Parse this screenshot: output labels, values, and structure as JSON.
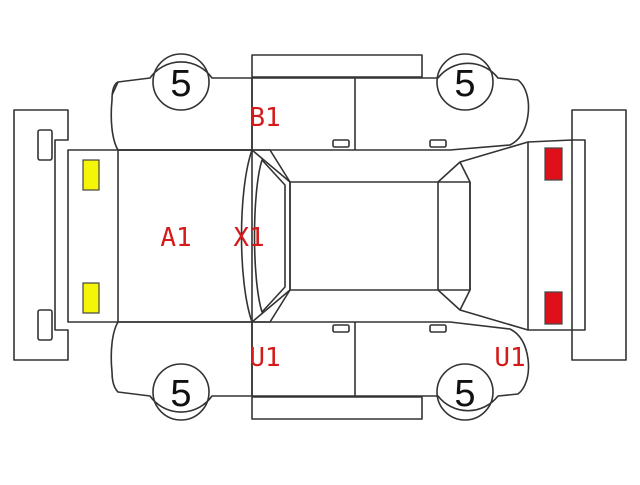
{
  "diagram": {
    "tire_depth": {
      "front_left": "5",
      "front_right": "5",
      "rear_left": "5",
      "rear_right": "5"
    },
    "damage_codes": {
      "driver_side_front_door": "B1",
      "hood": "A1",
      "front_windshield": "X1",
      "passenger_side_front_door": "U1",
      "rear_quarter_passenger": "U1"
    },
    "lamps": {
      "front_color": "#f5f50a",
      "rear_color": "#e0101a"
    },
    "colors": {
      "outline": "#333333",
      "code_text": "#d41a1a"
    }
  }
}
